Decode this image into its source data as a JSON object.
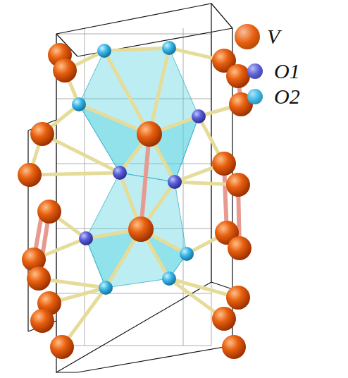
{
  "diagram": {
    "legend": [
      {
        "text": "V",
        "color": "#e8600f"
      },
      {
        "text": "O1",
        "color": "#5a5fd8"
      },
      {
        "text": "O2",
        "color": "#3cb8e8"
      }
    ]
  }
}
